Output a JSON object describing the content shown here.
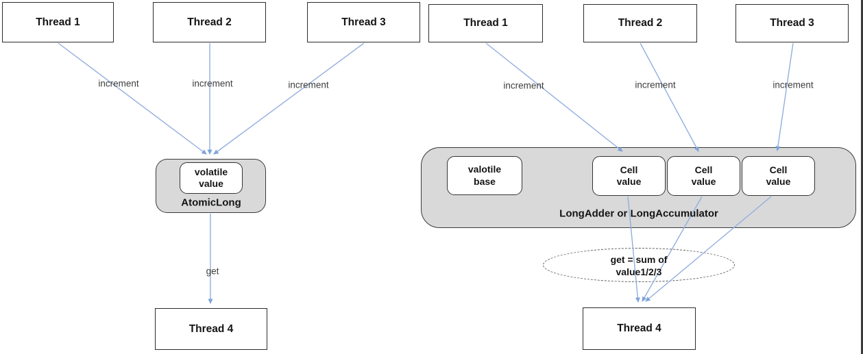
{
  "colors": {
    "arrow_blue": "#92aede",
    "arrowhead_blue": "#7ea4da",
    "container_gray": "#d9d9d9",
    "box_border": "#2b2b2b",
    "label_gray": "#3d3d3d"
  },
  "left_diagram": {
    "threads": [
      "Thread 1",
      "Thread 2",
      "Thread 3"
    ],
    "increment_labels": [
      "increment",
      "increment",
      "increment"
    ],
    "atomic": {
      "field_line1": "volatile",
      "field_line2": "value",
      "label": "AtomicLong"
    },
    "get_label": "get",
    "consumer_thread": "Thread 4"
  },
  "right_diagram": {
    "threads": [
      "Thread 1",
      "Thread 2",
      "Thread 3"
    ],
    "increment_labels": [
      "increment",
      "increment",
      "increment"
    ],
    "adder": {
      "base_line1": "valotile",
      "base_line2": "base",
      "cells": [
        {
          "l1": "Cell",
          "l2": "value"
        },
        {
          "l1": "Cell",
          "l2": "value"
        },
        {
          "l1": "Cell",
          "l2": "value"
        }
      ],
      "label": "LongAdder or LongAccumulator"
    },
    "sum_note": {
      "line1": "get = sum of",
      "line2": "value1/2/3"
    },
    "consumer_thread": "Thread 4"
  }
}
